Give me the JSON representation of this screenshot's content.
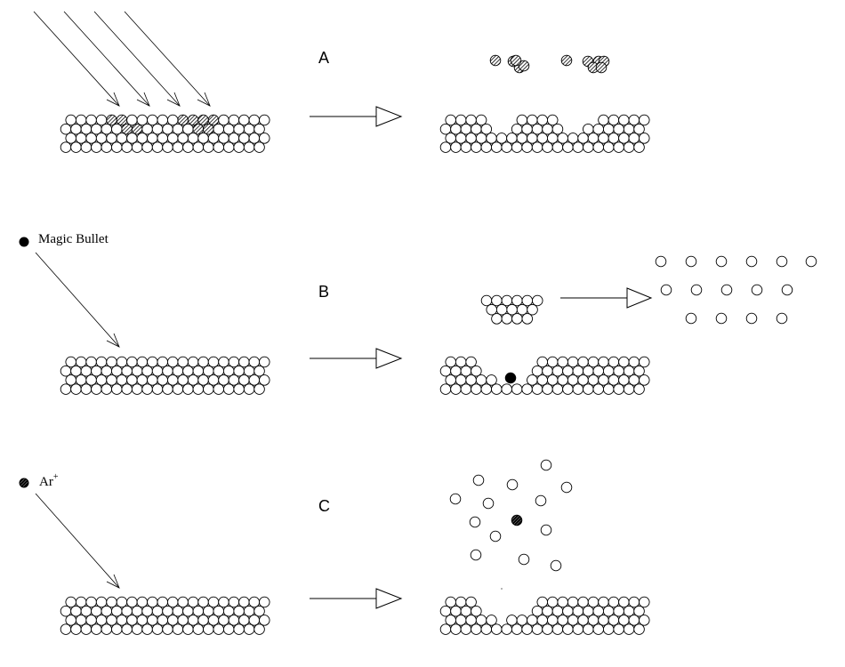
{
  "panels": [
    {
      "id": "A",
      "label": "A",
      "projectile_label": "",
      "projectile_type": "beam",
      "description": "Multiple incident rays hitting surface; hatched atom clusters ejected",
      "source_lattice": {
        "rows": [
          {
            "cols": [
              0,
              1,
              2,
              3,
              4,
              5,
              6,
              7,
              8,
              9,
              10,
              11,
              12,
              13,
              14,
              15,
              16,
              17,
              18,
              19
            ],
            "hatched": [
              4,
              5,
              11,
              12,
              13,
              14
            ]
          },
          {
            "cols": [
              0,
              1,
              2,
              3,
              4,
              5,
              6,
              7,
              8,
              9,
              10,
              11,
              12,
              13,
              14,
              15,
              16,
              17,
              18,
              19
            ],
            "hatched": [
              6,
              7,
              13,
              14
            ]
          },
          {
            "cols": [
              0,
              1,
              2,
              3,
              4,
              5,
              6,
              7,
              8,
              9,
              10,
              11,
              12,
              13,
              14,
              15,
              16,
              17,
              18,
              19
            ],
            "hatched": []
          },
          {
            "cols": [
              0,
              1,
              2,
              3,
              4,
              5,
              6,
              7,
              8,
              9,
              10,
              11,
              12,
              13,
              14,
              15,
              16,
              17,
              18,
              19
            ],
            "hatched": []
          }
        ]
      },
      "result_lattice": {
        "rows": [
          {
            "cols": [
              0,
              1,
              2,
              3,
              7,
              8,
              9,
              10,
              15,
              16,
              17,
              18,
              19
            ],
            "hatched": []
          },
          {
            "cols": [
              0,
              1,
              2,
              3,
              4,
              7,
              8,
              9,
              10,
              11,
              14,
              15,
              16,
              17,
              18,
              19
            ],
            "hatched": []
          },
          {
            "cols": [
              0,
              1,
              2,
              3,
              4,
              5,
              6,
              7,
              8,
              9,
              10,
              11,
              12,
              13,
              14,
              15,
              16,
              17,
              18,
              19
            ],
            "hatched": []
          },
          {
            "cols": [
              0,
              1,
              2,
              3,
              4,
              5,
              6,
              7,
              8,
              9,
              10,
              11,
              12,
              13,
              14,
              15,
              16,
              17,
              18,
              19
            ],
            "hatched": []
          }
        ]
      },
      "ejected_atoms": {
        "hatched": [
          [
            557,
            68
          ],
          [
            577,
            69
          ],
          [
            584,
            76
          ],
          [
            589,
            74
          ],
          [
            580,
            68
          ],
          [
            637,
            68
          ],
          [
            661,
            69
          ],
          [
            673,
            69
          ],
          [
            679,
            69
          ],
          [
            667,
            76
          ],
          [
            676,
            76
          ]
        ],
        "open": []
      }
    },
    {
      "id": "B",
      "label": "B",
      "projectile_label": "Magic Bullet",
      "projectile_type": "solid",
      "description": "Magic bullet removes a cluster intact; cluster then dissociates into individual atoms",
      "source_lattice": {
        "rows": [
          {
            "cols": [
              0,
              1,
              2,
              3,
              4,
              5,
              6,
              7,
              8,
              9,
              10,
              11,
              12,
              13,
              14,
              15,
              16,
              17,
              18,
              19
            ],
            "hatched": []
          },
          {
            "cols": [
              0,
              1,
              2,
              3,
              4,
              5,
              6,
              7,
              8,
              9,
              10,
              11,
              12,
              13,
              14,
              15,
              16,
              17,
              18,
              19
            ],
            "hatched": []
          },
          {
            "cols": [
              0,
              1,
              2,
              3,
              4,
              5,
              6,
              7,
              8,
              9,
              10,
              11,
              12,
              13,
              14,
              15,
              16,
              17,
              18,
              19
            ],
            "hatched": []
          },
          {
            "cols": [
              0,
              1,
              2,
              3,
              4,
              5,
              6,
              7,
              8,
              9,
              10,
              11,
              12,
              13,
              14,
              15,
              16,
              17,
              18,
              19
            ],
            "hatched": []
          }
        ]
      },
      "result_lattice": {
        "rows": [
          {
            "cols": [
              0,
              1,
              2,
              9,
              10,
              11,
              12,
              13,
              14,
              15,
              16,
              17,
              18,
              19
            ],
            "hatched": []
          },
          {
            "cols": [
              0,
              1,
              2,
              3,
              9,
              10,
              11,
              12,
              13,
              14,
              15,
              16,
              17,
              18,
              19
            ],
            "hatched": []
          },
          {
            "cols": [
              0,
              1,
              2,
              3,
              4,
              8,
              9,
              10,
              11,
              12,
              13,
              14,
              15,
              16,
              17,
              18,
              19
            ],
            "hatched": []
          },
          {
            "cols": [
              0,
              1,
              2,
              3,
              4,
              5,
              6,
              7,
              8,
              9,
              10,
              11,
              12,
              13,
              14,
              15,
              16,
              17,
              18,
              19
            ],
            "hatched": []
          }
        ]
      },
      "embedded_projectile": [
        574,
        425
      ],
      "ejected_cluster": {
        "rows": [
          {
            "count": 6
          },
          {
            "count": 5
          },
          {
            "count": 4
          }
        ]
      },
      "dispersed_atoms": [
        [
          743,
          294
        ],
        [
          777,
          294
        ],
        [
          811,
          294
        ],
        [
          845,
          294
        ],
        [
          879,
          294
        ],
        [
          912,
          294
        ],
        [
          749,
          326
        ],
        [
          783,
          326
        ],
        [
          817,
          326
        ],
        [
          851,
          326
        ],
        [
          885,
          326
        ],
        [
          777,
          358
        ],
        [
          811,
          358
        ],
        [
          845,
          358
        ],
        [
          879,
          358
        ]
      ]
    },
    {
      "id": "C",
      "label": "C",
      "projectile_label": "Ar",
      "projectile_charge": "+",
      "projectile_type": "hatched",
      "description": "Ar+ ion sputters individual atoms, leaving a crater",
      "source_lattice": {
        "rows": [
          {
            "cols": [
              0,
              1,
              2,
              3,
              4,
              5,
              6,
              7,
              8,
              9,
              10,
              11,
              12,
              13,
              14,
              15,
              16,
              17,
              18,
              19
            ],
            "hatched": []
          },
          {
            "cols": [
              0,
              1,
              2,
              3,
              4,
              5,
              6,
              7,
              8,
              9,
              10,
              11,
              12,
              13,
              14,
              15,
              16,
              17,
              18,
              19
            ],
            "hatched": []
          },
          {
            "cols": [
              0,
              1,
              2,
              3,
              4,
              5,
              6,
              7,
              8,
              9,
              10,
              11,
              12,
              13,
              14,
              15,
              16,
              17,
              18,
              19
            ],
            "hatched": []
          },
          {
            "cols": [
              0,
              1,
              2,
              3,
              4,
              5,
              6,
              7,
              8,
              9,
              10,
              11,
              12,
              13,
              14,
              15,
              16,
              17,
              18,
              19
            ],
            "hatched": []
          }
        ]
      },
      "result_lattice": {
        "rows": [
          {
            "cols": [
              0,
              1,
              2,
              9,
              10,
              11,
              12,
              13,
              14,
              15,
              16,
              17,
              18,
              19
            ],
            "hatched": []
          },
          {
            "cols": [
              0,
              1,
              2,
              3,
              9,
              10,
              11,
              12,
              13,
              14,
              15,
              16,
              17,
              18,
              19
            ],
            "hatched": []
          },
          {
            "cols": [
              0,
              1,
              2,
              3,
              4,
              6,
              7,
              8,
              9,
              10,
              11,
              12,
              13,
              14,
              15,
              16,
              17,
              18,
              19
            ],
            "hatched": []
          },
          {
            "cols": [
              0,
              1,
              2,
              3,
              4,
              5,
              6,
              7,
              8,
              9,
              10,
              11,
              12,
              13,
              14,
              15,
              16,
              17,
              18,
              19
            ],
            "hatched": []
          }
        ]
      },
      "sputtered_atoms": {
        "open": [
          [
            614,
            523
          ],
          [
            538,
            540
          ],
          [
            576,
            545
          ],
          [
            637,
            548
          ],
          [
            512,
            561
          ],
          [
            549,
            566
          ],
          [
            608,
            563
          ],
          [
            534,
            587
          ],
          [
            557,
            603
          ],
          [
            614,
            596
          ],
          [
            535,
            624
          ],
          [
            589,
            629
          ],
          [
            625,
            636
          ]
        ],
        "hatched": [
          [
            581,
            585
          ]
        ]
      }
    }
  ]
}
